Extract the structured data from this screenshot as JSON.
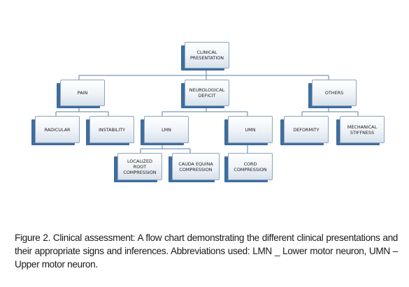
{
  "nodes": {
    "clinical_presentation": "CLINICAL\nPRESENTATION",
    "pain": "PAIN",
    "neurological_deficit": "NEUROLOGICAL\nDEFICIT",
    "others": "OTHERS",
    "radicular": "RADICULAR",
    "instability": "INSTABILITY",
    "lmn": "LMN",
    "umn": "UMN",
    "deformity": "DEFORMITY",
    "mechanical_stiffness": "MECHANICAL\nSTIFFNESS",
    "localized_root_compression": "LOCALIZED\nROOT\nCOMPRESSION",
    "cauda_equina_compression": "CAUDA EQUINA\nCOMPRESSION",
    "cord_compression": "CORD\nCOMPRESSION"
  },
  "caption": "Figure 2. Clinical assessment: A flow chart demonstrating the different clinical presentations and their appropriate signs and inferences. Abbreviations used: LMN _ Lower motor neuron, UMN – Upper motor neuron.",
  "colors": {
    "connector": "#5a7fa6",
    "box_shadow": "#3f6d9e",
    "box_border": "#8fa4ba"
  }
}
